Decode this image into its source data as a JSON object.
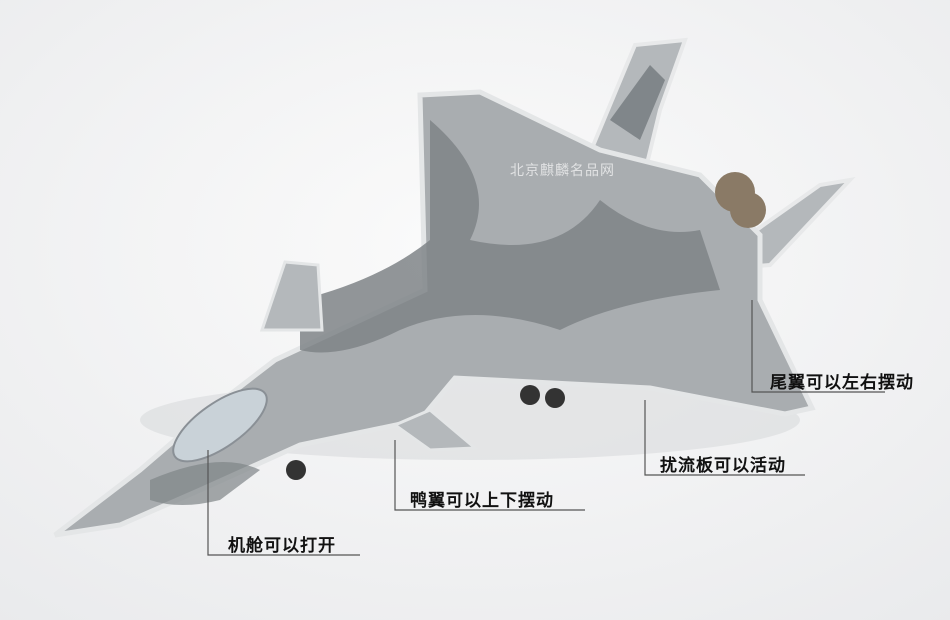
{
  "watermark": "北京麒麟名品网",
  "callouts": [
    {
      "id": "tail",
      "text": "尾翼可以左右摆动"
    },
    {
      "id": "spoiler",
      "text": "扰流板可以活动"
    },
    {
      "id": "canard",
      "text": "鸭翼可以上下摆动"
    },
    {
      "id": "canopy",
      "text": "机舱可以打开"
    }
  ],
  "colors": {
    "background": "#f4f4f5",
    "camo_light": "#a9adb0",
    "camo_dark": "#7f8487",
    "edge": "#e4e6e7",
    "line": "#555555"
  }
}
